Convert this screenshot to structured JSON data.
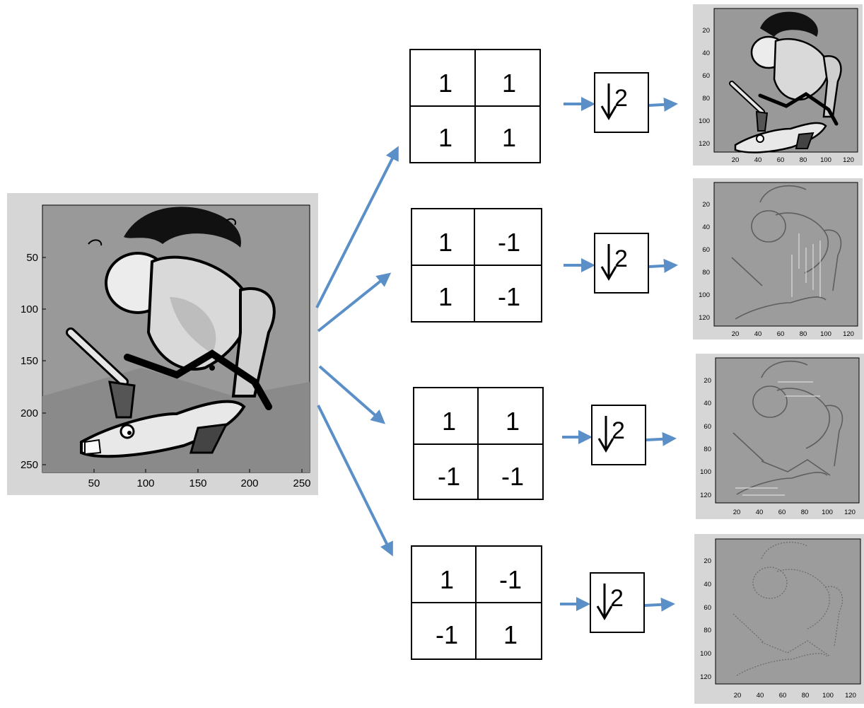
{
  "input_plot": {
    "y_ticks": [
      "50",
      "100",
      "150",
      "200",
      "250"
    ],
    "x_ticks": [
      "50",
      "100",
      "150",
      "200",
      "250"
    ]
  },
  "filters": [
    {
      "cells": [
        "1",
        "1",
        "1",
        "1"
      ]
    },
    {
      "cells": [
        "1",
        "-1",
        "1",
        "-1"
      ]
    },
    {
      "cells": [
        "1",
        "1",
        "-1",
        "-1"
      ]
    },
    {
      "cells": [
        "1",
        "-1",
        "-1",
        "1"
      ]
    }
  ],
  "downsample": {
    "factor": "2"
  },
  "output_plot": {
    "y_ticks": [
      "20",
      "40",
      "60",
      "80",
      "100",
      "120"
    ],
    "x_ticks": [
      "20",
      "40",
      "60",
      "80",
      "100",
      "120"
    ]
  },
  "colors": {
    "arrow": "#5b8fc7",
    "figure_frame": "#d6d6d6",
    "plot_bg": "#999999",
    "filter_border": "#000000"
  }
}
